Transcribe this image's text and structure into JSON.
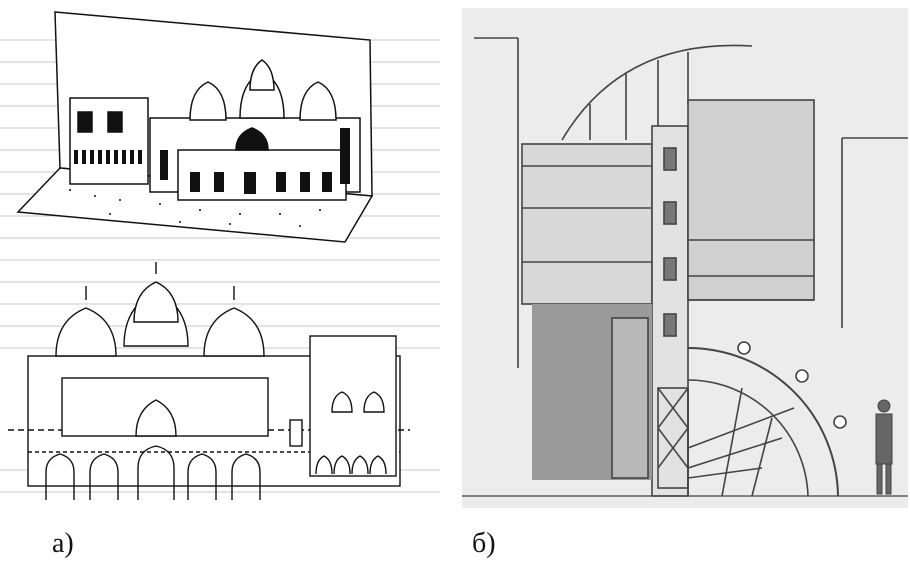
{
  "figure": {
    "panels": [
      {
        "id": "a",
        "caption": "а)",
        "depicts": "pop-up-card-facade-illustration"
      },
      {
        "id": "b",
        "caption": "б)",
        "depicts": "pencil-architectural-elevation-sketch"
      }
    ],
    "colors": {
      "background": "#ffffff",
      "ink": "#111111",
      "pencil": "#555555",
      "paper_grey": "#e6e6e6"
    }
  }
}
